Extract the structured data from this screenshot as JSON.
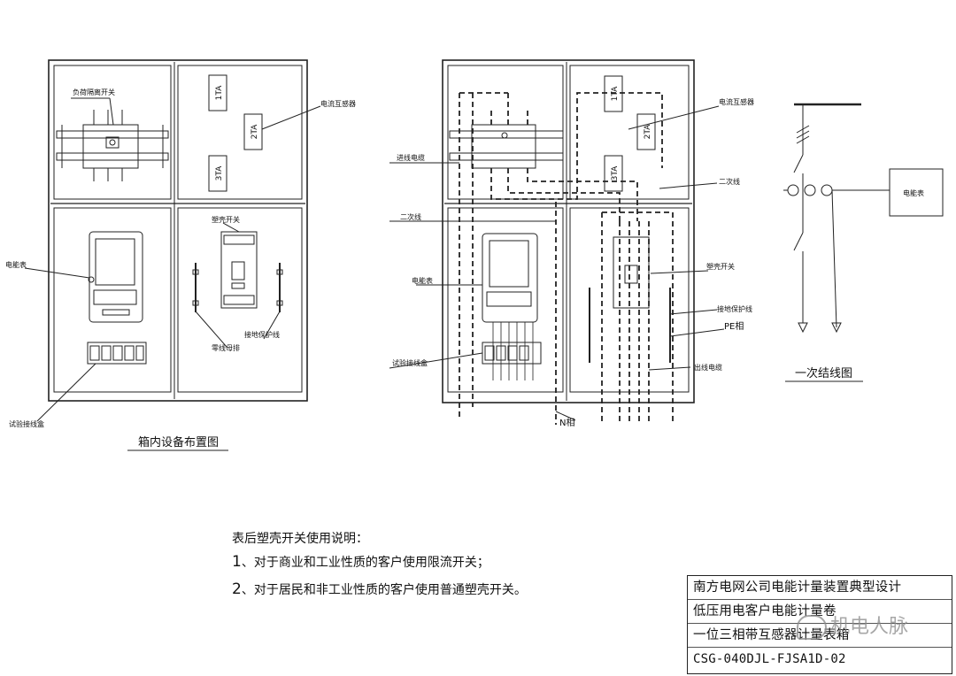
{
  "diagram_left": {
    "caption": "箱内设备布置图",
    "labels": {
      "load_switch": "负荷隔离开关",
      "ct": "电流互感器",
      "meter": "电能表",
      "mccb": "塑壳开关",
      "neutral_bar": "零线母排",
      "pe_line": "接地保护线",
      "test_block": "试验接线盒"
    },
    "ct_tags": [
      "1TA",
      "2TA",
      "3TA"
    ]
  },
  "diagram_mid": {
    "labels": {
      "ct": "电流互感器",
      "incoming_cable": "进线电缆",
      "secondary_top": "二次线",
      "secondary_left": "二次线",
      "meter": "电能表",
      "mccb": "塑壳开关",
      "pe_line": "接地保护线",
      "pe_phase": "PE相",
      "test_block": "试验接线盒",
      "outgoing_cable": "出线电缆",
      "n_phase": "N相"
    },
    "ct_tags": [
      "1TA",
      "2TA",
      "3TA"
    ]
  },
  "diagram_right": {
    "caption": "一次结线图",
    "meter_box": "电能表"
  },
  "notes": {
    "title": "表后塑壳开关使用说明：",
    "items": [
      {
        "num": "1",
        "text": "、对于商业和工业性质的客户使用限流开关；"
      },
      {
        "num": "2",
        "text": "、对于居民和非工业性质的客户使用普通塑壳开关。"
      }
    ]
  },
  "title_block": {
    "rows": [
      "南方电网公司电能计量装置典型设计",
      "低压用电客户电能计量卷",
      "一位三相带互感器计量表箱",
      "CSG-040DJL-FJSA1D-02"
    ]
  },
  "watermark": "机电人脉"
}
